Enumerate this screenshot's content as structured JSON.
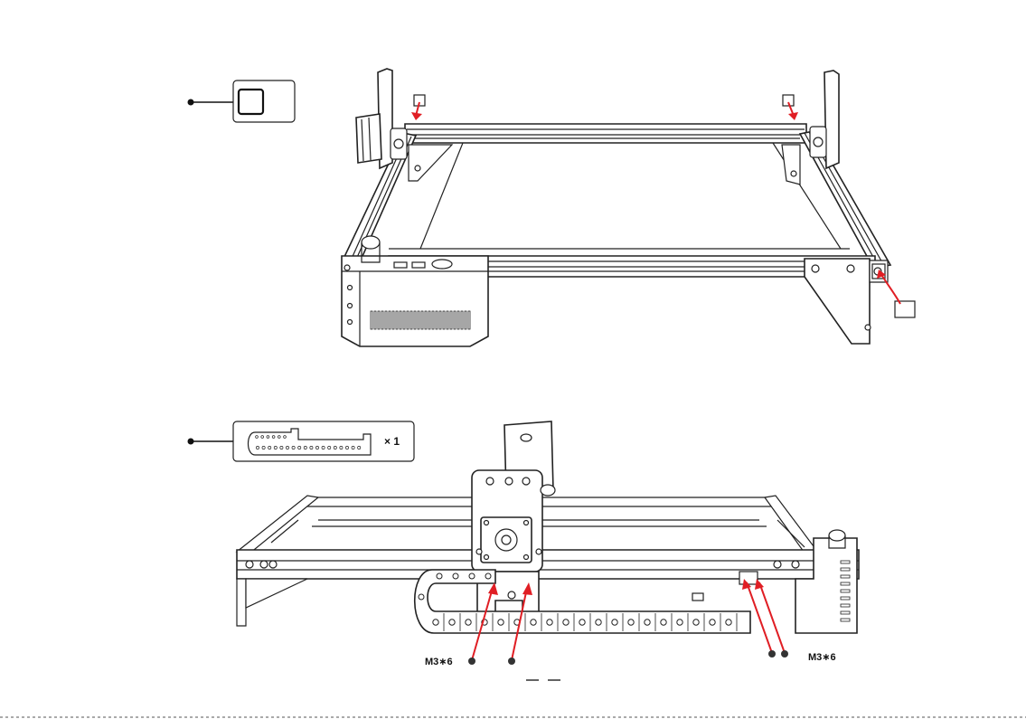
{
  "step1": {
    "part_icon": "square-plate-icon"
  },
  "step2": {
    "part_icon": "drag-chain-icon",
    "quantity": "× 1"
  },
  "screws": {
    "left_label": "M3∗6",
    "right_label": "M3∗6"
  },
  "colors": {
    "arrow": "#e01e24",
    "line": "#222222"
  }
}
